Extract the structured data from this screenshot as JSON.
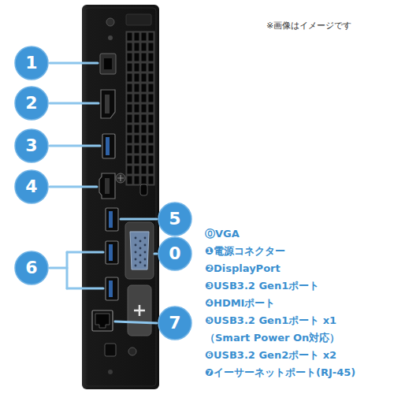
{
  "diagram": {
    "nodes": [
      {
        "text": [
          "1"
        ]
      },
      {
        "text": [
          "2"
        ]
      },
      {
        "text": [
          "3"
        ]
      },
      {
        "text": [
          "4"
        ]
      },
      {
        "text": [
          "5"
        ]
      },
      {
        "text": [
          "0"
        ]
      },
      {
        "text": [
          "6"
        ]
      },
      {
        "text": [
          "7"
        ]
      }
    ],
    "labels": [
      "※画像はイメージです",
      "⓪VGA",
      "❶電源コネクター",
      "❷DisplayPort",
      "❸USB3.2 Gen1ポート",
      "❹HDMIポート",
      "❺USB3.2 Gen1ポート x1 （Smart Power On対応）",
      "❻USB3.2 Gen2ポート x2",
      "❼イーサーネットポート(RJ-45)"
    ]
  }
}
